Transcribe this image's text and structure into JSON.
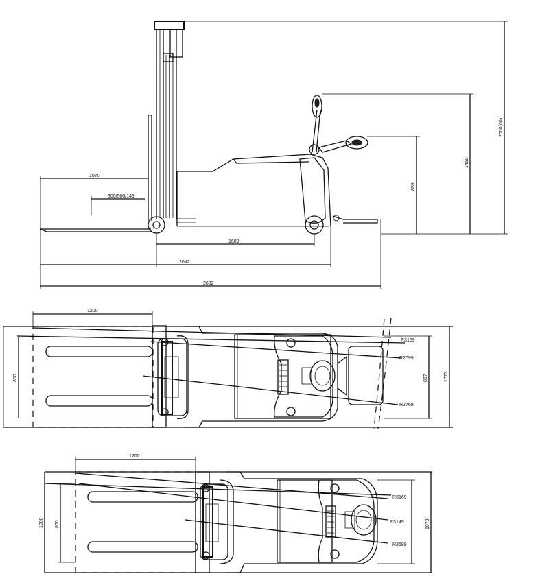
{
  "side_view": {
    "dims": {
      "fork_length": "1070",
      "load_center": "300/500/149",
      "wheelbase": "1689",
      "length_to_face": "2042",
      "overall_length": "2682",
      "max_height": "2000(60)",
      "handle_height": "1450",
      "platform_height": "859"
    }
  },
  "top_view_1": {
    "dims": {
      "fork_length": "1200",
      "fork_width": "800",
      "inner_width": "857",
      "overall_width": "1073",
      "radius_1": "R3169",
      "radius_2": "R2099",
      "radius_3": "R2769"
    }
  },
  "top_view_2": {
    "dims": {
      "fork_length": "1200",
      "fork_width": "800",
      "outer_width": "1000",
      "overall_width": "1073",
      "radius_1": "R3169",
      "radius_2": "R3149",
      "radius_3": "R2689"
    }
  }
}
